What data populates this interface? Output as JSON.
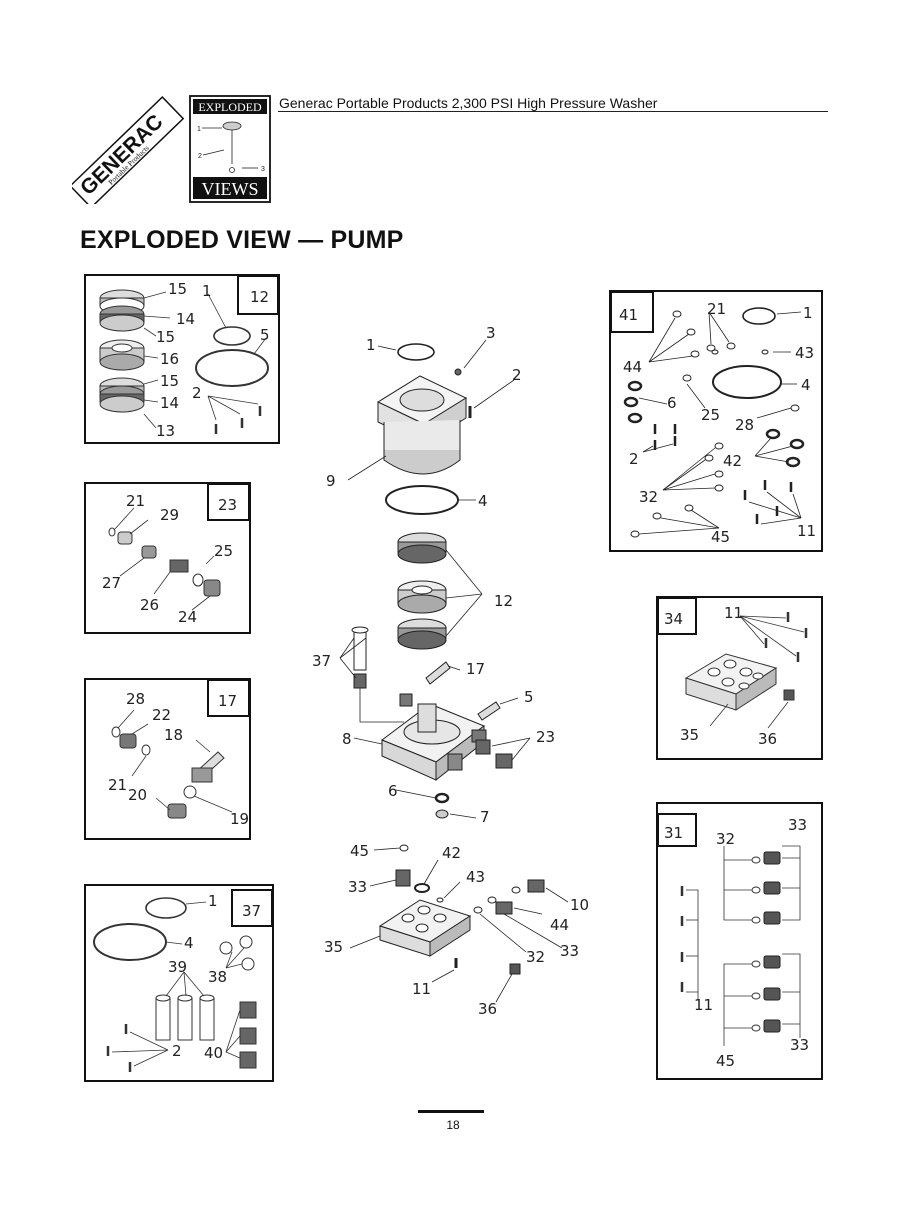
{
  "header": {
    "brand": "GENERAC",
    "brand_sub": "Portable Products",
    "badge_top": "EXPLODED",
    "badge_bottom": "VIEWS",
    "title": "Generac Portable Products 2,300 PSI High Pressure Washer"
  },
  "page_title": "EXPLODED VIEW — PUMP",
  "page_number": "18",
  "panels": {
    "p12": {
      "tag": "12",
      "labels": [
        "15",
        "14",
        "15",
        "16",
        "15",
        "14",
        "13",
        "1",
        "5",
        "2"
      ]
    },
    "p23": {
      "tag": "23",
      "labels": [
        "21",
        "29",
        "25",
        "27",
        "26",
        "24"
      ]
    },
    "p17": {
      "tag": "17",
      "labels": [
        "28",
        "22",
        "18",
        "21",
        "20",
        "19"
      ]
    },
    "p37": {
      "tag": "37",
      "labels": [
        "1",
        "4",
        "39",
        "38",
        "40",
        "2"
      ]
    },
    "p41": {
      "tag": "41",
      "labels": [
        "21",
        "1",
        "43",
        "44",
        "6",
        "25",
        "4",
        "28",
        "42",
        "2",
        "32",
        "11",
        "45"
      ]
    },
    "p34": {
      "tag": "34",
      "labels": [
        "11",
        "35",
        "36"
      ]
    },
    "p31": {
      "tag": "31",
      "labels": [
        "32",
        "33",
        "11",
        "45",
        "33"
      ]
    }
  },
  "main_labels": [
    "1",
    "3",
    "2",
    "9",
    "4",
    "12",
    "37",
    "17",
    "5",
    "8",
    "23",
    "6",
    "7",
    "45",
    "42",
    "33",
    "43",
    "10",
    "44",
    "35",
    "32",
    "33",
    "11",
    "36"
  ]
}
